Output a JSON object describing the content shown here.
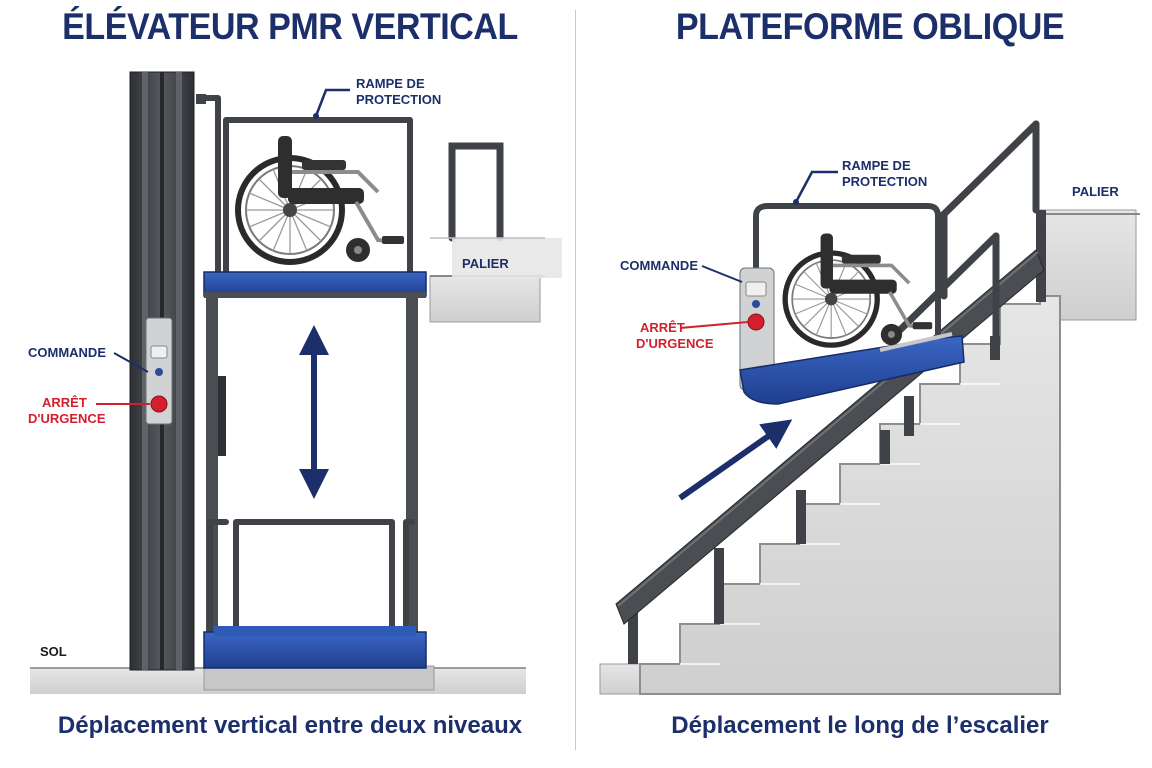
{
  "panels": {
    "left": {
      "title": "ÉLÉVATEUR PMR VERTICAL",
      "caption": "Déplacement vertical entre deux niveaux",
      "labels": {
        "rampe_line1": "RAMPE DE",
        "rampe_line2": "PROTECTION",
        "palier": "PALIER",
        "commande": "COMMANDE",
        "arret_line1": "ARRÊT",
        "arret_line2": "D'URGENCE",
        "sol": "SOL"
      }
    },
    "right": {
      "title": "PLATEFORME OBLIQUE",
      "caption": "Déplacement le long de l’escalier",
      "labels": {
        "rampe_line1": "RAMPE DE",
        "rampe_line2": "PROTECTION",
        "palier": "PALIER",
        "commande": "COMMANDE",
        "arret_line1": "ARRÊT",
        "arret_line2": "D'URGENCE"
      }
    }
  },
  "colors": {
    "navy": "#1c2f6b",
    "platform_blue": "#2d55b0",
    "emergency_red": "#d4202e",
    "steel_dark": "#3f4246",
    "steel_mid": "#6d7074",
    "concrete": "#dcdcdc"
  }
}
